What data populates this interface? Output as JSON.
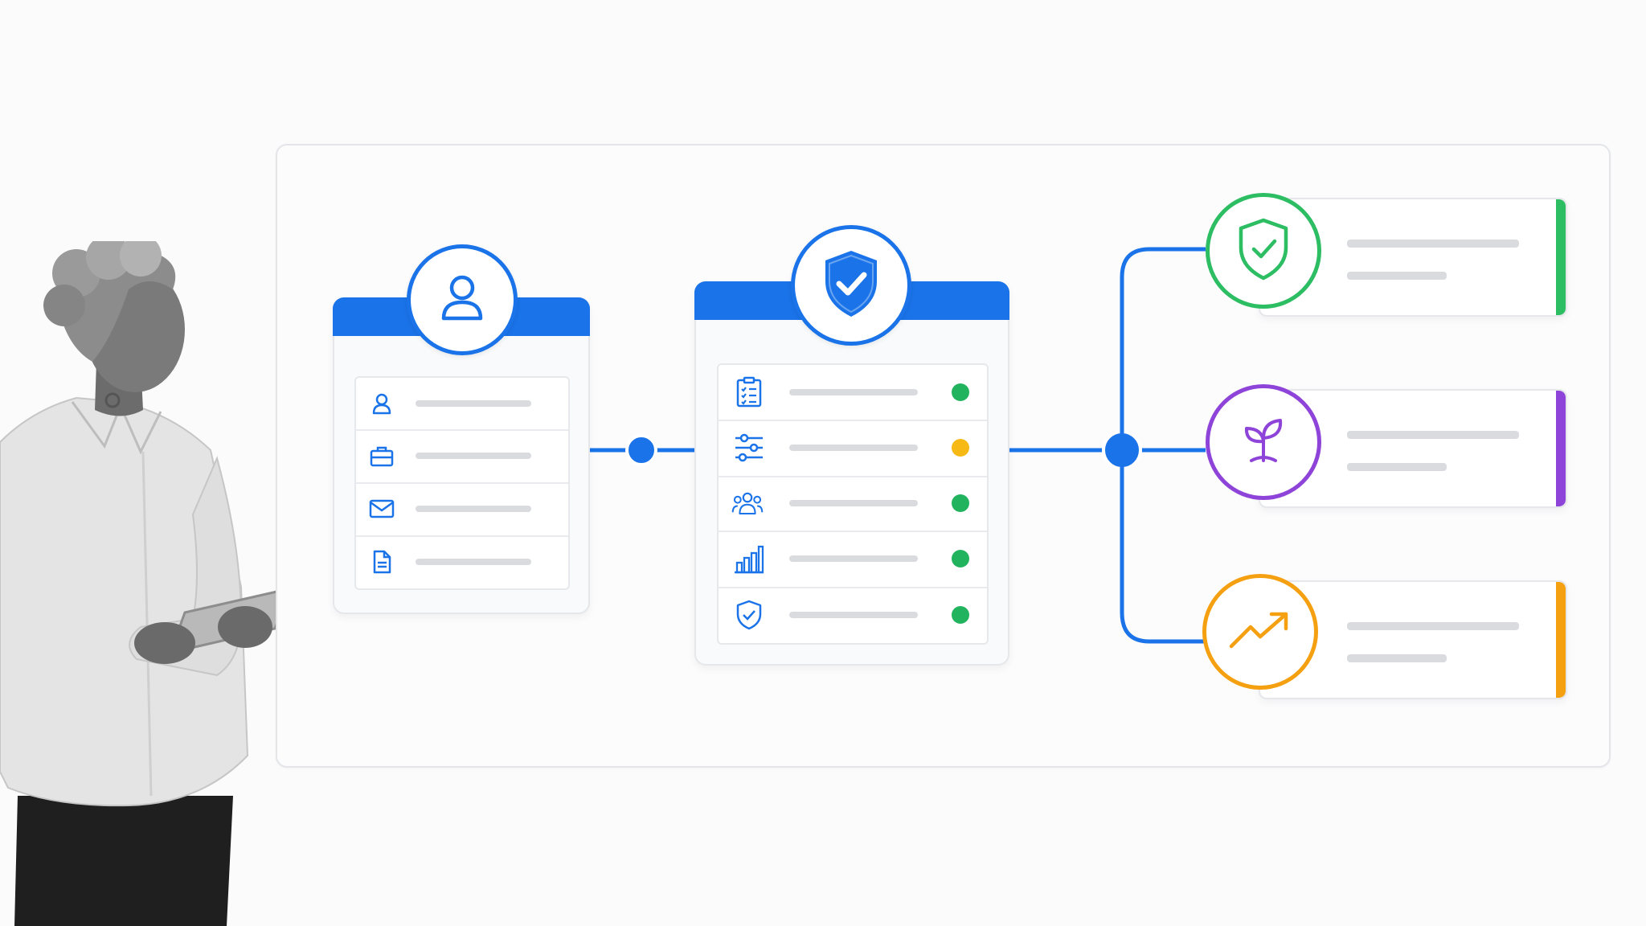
{
  "colors": {
    "primary": "#1a73e8",
    "status_green": "#22b35e",
    "status_yellow": "#f6b916",
    "outcome_green": "#2dbd63",
    "outcome_purple": "#8e44d8",
    "outcome_orange": "#f5a011"
  },
  "profile_card": {
    "badge_icon": "user-icon",
    "rows": [
      {
        "icon": "user-icon"
      },
      {
        "icon": "briefcase-icon"
      },
      {
        "icon": "mail-icon"
      },
      {
        "icon": "document-icon"
      }
    ]
  },
  "verification_card": {
    "badge_icon": "shield-check-icon",
    "rows": [
      {
        "icon": "clipboard-checklist-icon",
        "status": "green"
      },
      {
        "icon": "sliders-icon",
        "status": "yellow"
      },
      {
        "icon": "users-group-icon",
        "status": "green"
      },
      {
        "icon": "bar-chart-icon",
        "status": "green"
      },
      {
        "icon": "shield-check-icon",
        "status": "green"
      }
    ]
  },
  "outcomes": [
    {
      "icon": "shield-check-icon",
      "color": "green"
    },
    {
      "icon": "sprout-icon",
      "color": "purple"
    },
    {
      "icon": "trending-up-icon",
      "color": "orange"
    }
  ]
}
